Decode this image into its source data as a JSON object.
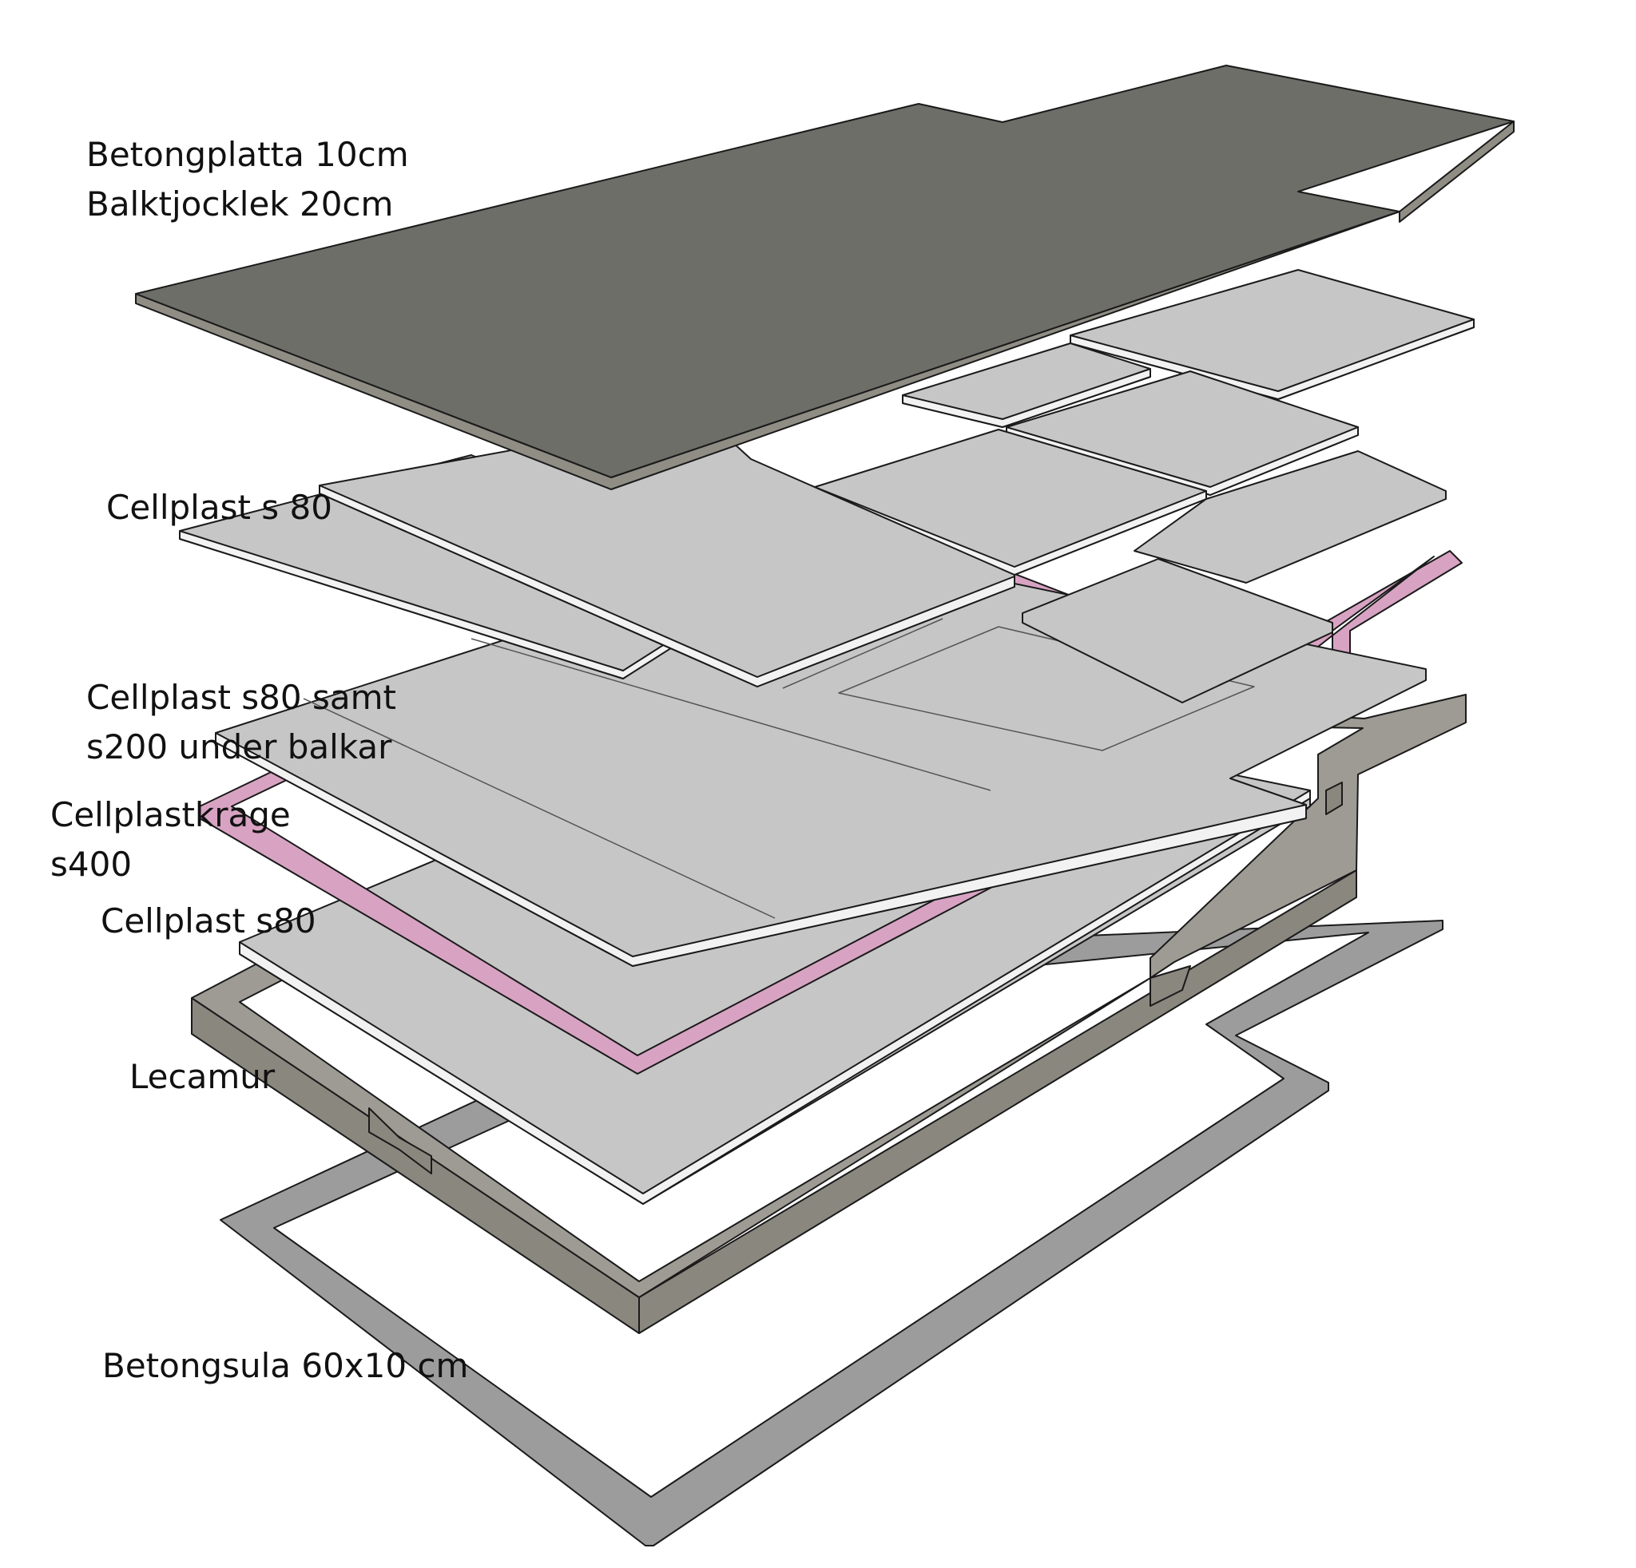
{
  "labels": {
    "slab": [
      "Betongplatta 10cm",
      "Balktjocklek 20cm"
    ],
    "cellplast_top": [
      "Cellplast s 80"
    ],
    "cellplast_mid": [
      "Cellplast s80 samt",
      "s200 under balkar"
    ],
    "krage": [
      "Cellplastkrage",
      "s400"
    ],
    "cellplast_bottom": [
      "Cellplast s80"
    ],
    "lecamur": [
      "Lecamur"
    ],
    "sula": [
      "Betongsula 60x10 cm"
    ]
  },
  "colors": {
    "slab_top": "#6e6e69",
    "slab_edge": "#8f8d84",
    "cellplast": "#c6c6c6",
    "cellplast_edge": "#f2f2f2",
    "krage": "#d8a3c3",
    "lecamur_top": "#9e9b94",
    "lecamur_side": "#8a877f",
    "sula": "#9c9c9c",
    "outline": "#1a1a1a",
    "label_text": "#111111"
  }
}
